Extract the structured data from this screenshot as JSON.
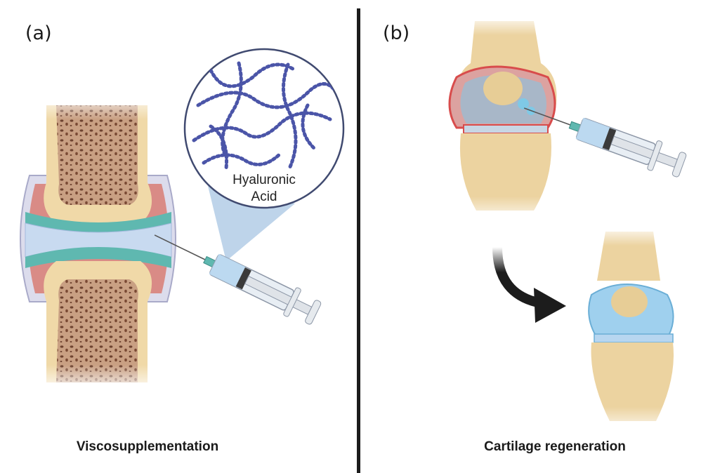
{
  "panel_a": {
    "label": "(a)",
    "caption": "Viscosupplementation",
    "inset_label_line1": "Hyaluronic",
    "inset_label_line2": "Acid"
  },
  "panel_b": {
    "label": "(b)",
    "caption": "Cartilage regeneration"
  },
  "colors": {
    "bone": "#f0d9a8",
    "marrow": "#c9a083",
    "cartilage": "#5fb8b0",
    "synovial": "#c8daf0",
    "capsule": "#d86a6a",
    "ha_chain": "#4b55a8",
    "damage": "#d84c4c",
    "new_cartilage": "#9fd0ee",
    "divider": "#1c1c1c"
  }
}
